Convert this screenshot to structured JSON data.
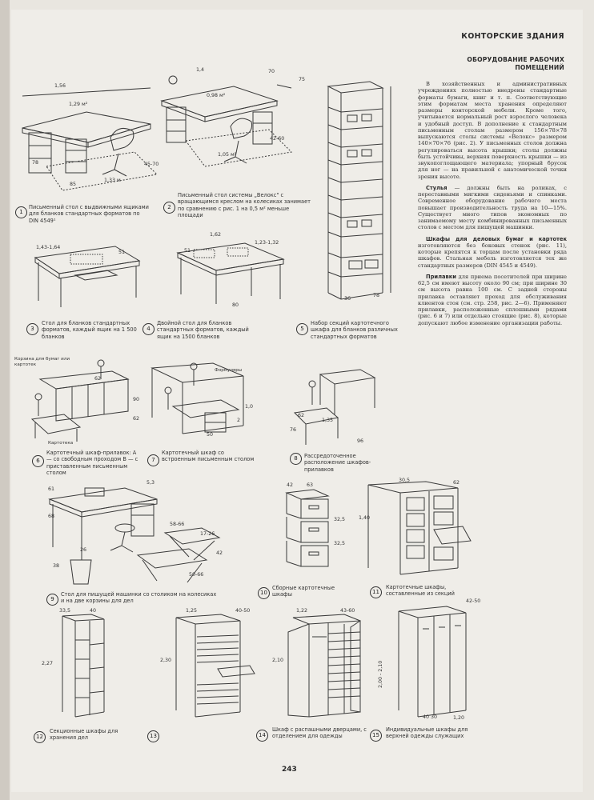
{
  "header": {
    "section_title": "КОНТОРСКИЕ ЗДАНИЯ",
    "subsection_title_line1": "ОБОРУДОВАНИЕ РАБОЧИХ",
    "subsection_title_line2": "ПОМЕЩЕНИЙ"
  },
  "text": {
    "para1": "В хозяйственных и административных учреждениях полностью внедрены стандартные форматы бумаги, книг и т. п. Соответствующие этим форматам места хранения определяют размеры конторской мебели. Кроме того, учитывается нормальный рост взрослого человека и удобный доступ. В дополнение к стандартным письменным столам размером 156×78×78 выпускаются столы системы «Велокс» размером 140×70×76 (рис. 2). У письменных столов должна регулироваться высота крышки; столы должны быть устойчивы, верхняя поверхность крышки — из звукопоглощающего материала; упорный брусок для ног — на правильной с анатомической точки зрения высоте.",
    "para2_lead": "Стулья",
    "para2": " — должны быть на роликах, с переставными мягкими сиденьями и спинками. Современное оборудование рабочего места повышает производительность труда на 10—15%. Существует много типов экономных по занимаемому месту комбинированных письменных столов с местом для пишущей машинки.",
    "para3_lead": "Шкафы для деловых бумаг и картотек",
    "para3": " изготовляются без боковых стенок (рис. 11), которые крепятся к торцам после установки ряда шкафов. Стальная мебель изготовляется тех же стандартных размеров (DIN 4545 и 4549).",
    "para4_lead": "Прилавки",
    "para4": " для приема посетителей при ширине 62,5 см имеют высоту около 90 см; при ширине 30 см высота равна 100 см. С задней стороны прилавка оставляют проход для обслуживания клиентов стоя (см. стр. 258, рис. 2—6). Применяют прилавки, расположенные сплошными рядами (рис. 6 и 7) или отдельно стоящие (рис. 8), которые допускают любое изменение организации работы."
  },
  "figures": {
    "f1": {
      "num": "1",
      "caption": "Письменный стол с выдвижными ящиками для бланков стандартных форматов по DIN 4549¹"
    },
    "f2": {
      "num": "2",
      "caption": "Письменный стол системы „Велокс\" с вращающимся креслом на колесиках занимает по сравнению с рис. 1 на 0,5 м² меньше площади"
    },
    "f3": {
      "num": "3",
      "caption": "Стол для бланков стандартных форматов, каждый ящик на 1 500 бланков"
    },
    "f4": {
      "num": "4",
      "caption": "Двойной стол для бланков стандартных форматов, каждый ящик на 1500 бланков"
    },
    "f5": {
      "num": "5",
      "caption": "Набор секций картотечного шкафа для бланков различных стандартных форматов"
    },
    "f6": {
      "num": "6",
      "caption": "Картотечный шкаф-прилавок: А — со свободным проходом В — с приставленным письменным столом"
    },
    "f7": {
      "num": "7",
      "caption": "Картотечный шкаф со встроенным письменным столом"
    },
    "f8": {
      "num": "8",
      "caption": "Рассредоточенное расположение шкафов-прилавков"
    },
    "f9": {
      "num": "9",
      "caption": "Стол для пишущей машинки со столиком на колесиках и на две корзины для дел"
    },
    "f10": {
      "num": "10",
      "caption": "Сборные картотечные шкафы"
    },
    "f11": {
      "num": "11",
      "caption": "Картотечные шкафы, составленные из секций"
    },
    "f12": {
      "num": "12",
      "caption": "Секционные шкафы для хранения дел"
    },
    "f13": {
      "num": "13",
      "caption": ""
    },
    "f14": {
      "num": "14",
      "caption": "Шкаф с распашными дверцами, с отделением для одежды"
    },
    "f15": {
      "num": "15",
      "caption": "Индивидуальные шкафы для верхней одежды служащих"
    }
  },
  "dimensions": {
    "f1_width": "1,56",
    "f1_area": "1,29 м²",
    "f1_h": "78",
    "f1_depth": "85",
    "f1_a": "1,33 м",
    "f1_b": "45-70",
    "f2_top": "1,4",
    "f2_area": "0,98 м²",
    "f2_side": "70",
    "f2_75": "75",
    "f2_chair": "42-60",
    "f2_floor": "1,05 м²",
    "f3_a": "1,43-1,64",
    "f3_b": "51",
    "f4_a": "1,62",
    "f4_b": "51",
    "f4_c": "1,23-1,32",
    "f4_d": "80",
    "f5_a": "36",
    "f5_b": "78",
    "f6_label1": "Корзина для бумаг или картотек",
    "f6_label2": "Картотека",
    "f6_a": "90",
    "f6_b": "62",
    "f6_c": "62",
    "f7_label": "Формуляры",
    "f7_a": "1,0",
    "f7_b": "50",
    "f7_c": "2",
    "f8_a": "1,35",
    "f8_b": "76",
    "f8_c": "96",
    "f8_d": "62",
    "f9_a": "61",
    "f9_b": "5,3",
    "f9_c": "68",
    "f9_d": "26",
    "f9_e": "38",
    "f9_f": "58-66",
    "f9_g": "17-26",
    "f9_h": "42",
    "f9_i": "50-66",
    "f10_a": "42",
    "f10_b": "63",
    "f10_c": "32,5",
    "f10_d": "32,5",
    "f11_a": "30,5",
    "f11_b": "62",
    "f11_c": "1,40",
    "f12_a": "33,5",
    "f12_b": "40",
    "f12_c": "2,27",
    "f13_a": "1,25",
    "f13_b": "40-50",
    "f13_c": "2,30",
    "f14_a": "1,22",
    "f14_b": "43-60",
    "f14_c": "2,10",
    "f15_a": "42-50",
    "f15_b": "2,00 - 2,10",
    "f15_c": "40 30",
    "f15_d": "1,20"
  },
  "page_number": "243"
}
